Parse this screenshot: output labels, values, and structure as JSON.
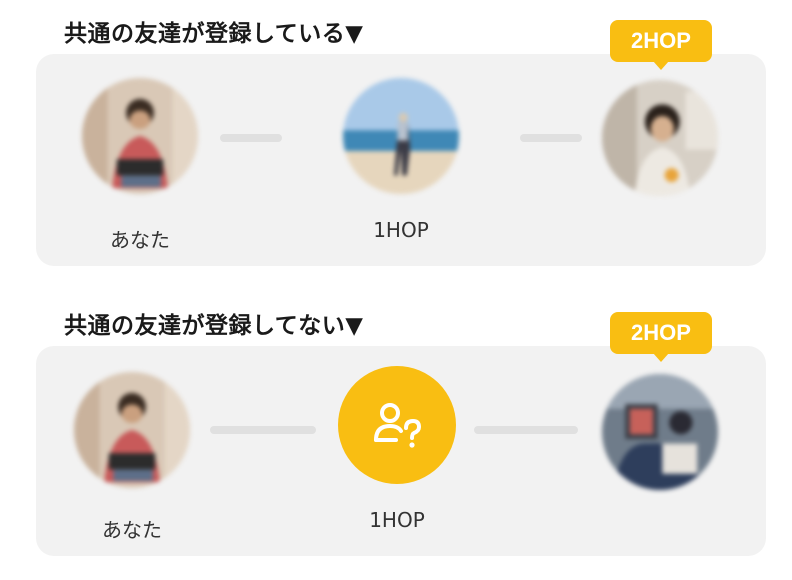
{
  "section_registered": {
    "heading": "共通の友達が登録している▼",
    "you_label": "あなた",
    "hop1_label": "1HOP",
    "hop2_badge": "2HOP"
  },
  "section_not_registered": {
    "heading": "共通の友達が登録してない▼",
    "you_label": "あなた",
    "hop1_label": "1HOP",
    "hop2_badge": "2HOP"
  },
  "colors": {
    "accent": "#f9be12",
    "card_bg": "#f2f2f2",
    "connector": "#e0e0e0"
  }
}
